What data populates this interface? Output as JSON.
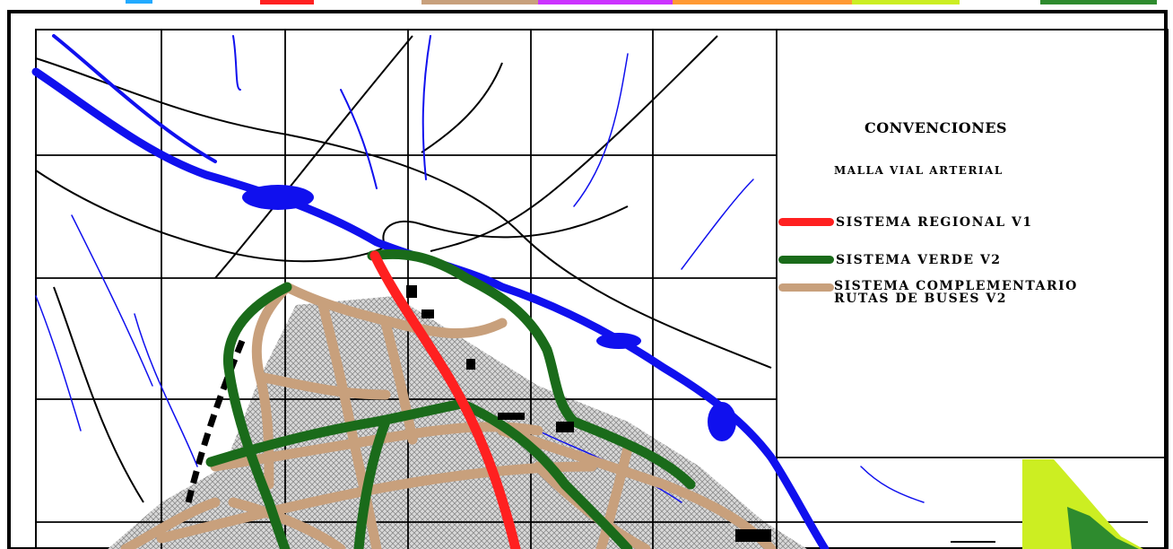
{
  "legend": {
    "title": "CONVENCIONES",
    "subtitle": "MALLA VIAL ARTERIAL",
    "items": [
      {
        "label": "SISTEMA REGIONAL V1",
        "color": "#ff2020",
        "icon": "red-line"
      },
      {
        "label": "SISTEMA VERDE V2",
        "color": "#1a6b1a",
        "icon": "green-line"
      },
      {
        "label": "SISTEMA COMPLEMENTARIO\nRUTAS DE BUSES V2",
        "color": "#c8a07c",
        "icon": "tan-line"
      }
    ]
  },
  "colors": {
    "water": "#1010ee",
    "grid": "#000000",
    "urban": "#bdbdbd",
    "lime": "#ccee22",
    "dark_green": "#2e8b2e"
  }
}
